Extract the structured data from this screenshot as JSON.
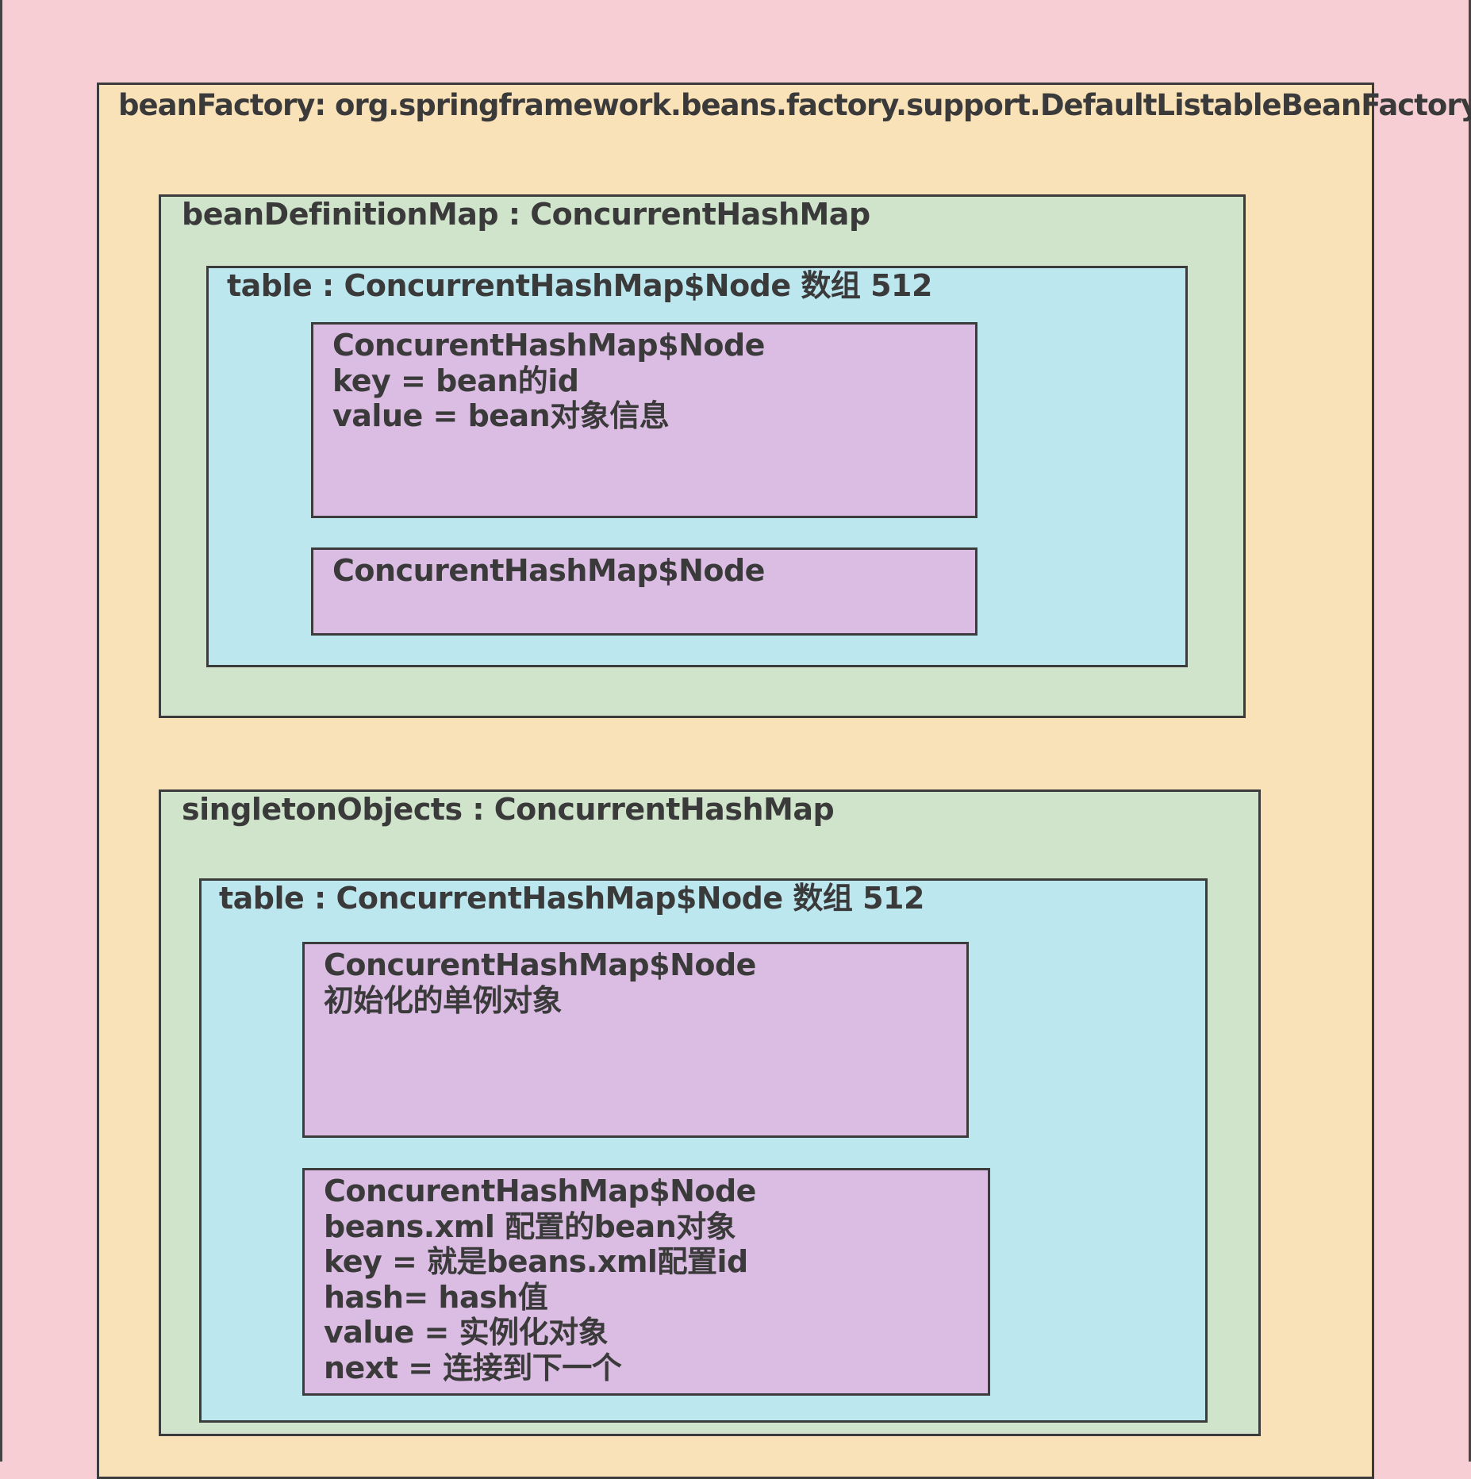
{
  "bean_factory": {
    "title": "beanFactory: org.springframework.beans.factory.support.DefaultListableBeanFactory"
  },
  "bean_definition_map": {
    "title": "beanDefinitionMap : ConcurrentHashMap",
    "table": {
      "title": "table : ConcurrentHashMap$Node 数组 512",
      "nodes": [
        {
          "lines": [
            "ConcurentHashMap$Node",
            "key = bean的id",
            "value = bean对象信息"
          ]
        },
        {
          "lines": [
            "ConcurentHashMap$Node"
          ]
        }
      ]
    }
  },
  "singleton_objects": {
    "title": "singletonObjects : ConcurrentHashMap",
    "table": {
      "title": "table : ConcurrentHashMap$Node 数组 512",
      "nodes": [
        {
          "lines": [
            "ConcurentHashMap$Node",
            "初始化的单例对象"
          ]
        },
        {
          "lines": [
            "ConcurentHashMap$Node",
            "beans.xml 配置的bean对象",
            "key = 就是beans.xml配置id",
            "hash= hash值",
            "value = 实例化对象",
            "next = 连接到下一个"
          ]
        }
      ]
    }
  }
}
